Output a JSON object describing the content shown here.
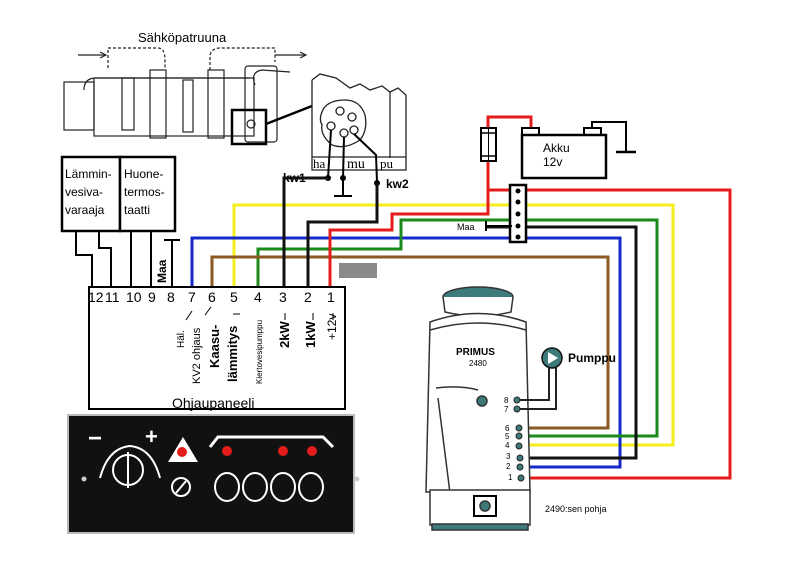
{
  "heater_cartridge": {
    "title": "Sähköpatruuna"
  },
  "connector": {
    "pins": [
      "ha",
      "mu",
      "pu"
    ],
    "labels": {
      "kw1": "kw1",
      "kw2": "kw2"
    }
  },
  "accessory_boxes": [
    {
      "lines": [
        "Lämmin-",
        "vesiva-",
        "varaaja"
      ]
    },
    {
      "lines": [
        "Huone-",
        "termos-",
        "taatti"
      ]
    }
  ],
  "ground_label": "Maa",
  "terminal_block": {
    "numbers": [
      "12",
      "11",
      "10",
      "9",
      "8",
      "7",
      "6",
      "5",
      "4",
      "3",
      "2",
      "1"
    ],
    "functions": [
      {
        "pin": "7",
        "text": "Häl."
      },
      {
        "pin": "6",
        "text": "KV2 ohjaus"
      },
      {
        "pin": "6b",
        "text": "Kaasu-"
      },
      {
        "pin": "5",
        "text": "lämmitys"
      },
      {
        "pin": "4",
        "text": "Kiertovesipumppu"
      },
      {
        "pin": "3",
        "text": "2kW"
      },
      {
        "pin": "2",
        "text": "1kW"
      },
      {
        "pin": "1",
        "text": "+12v"
      }
    ]
  },
  "control_panel": {
    "title": "Ohjaupaneeli",
    "minus": "−",
    "plus": "+"
  },
  "battery": {
    "name": "Akku",
    "voltage": "12v"
  },
  "junction": {
    "ground_label": "Maa"
  },
  "boiler": {
    "brand": "PRIMUS",
    "model": "2480",
    "pump_label": "Pumppu",
    "terminals": [
      "8",
      "7",
      "6",
      "5",
      "4",
      "3",
      "2",
      "1"
    ],
    "base_note": "2490:sen pohja"
  },
  "wire_colors": {
    "red": "#e41c1c",
    "yellow": "#f5ee1c",
    "green": "#1a8a1a",
    "black": "#111111",
    "blue": "#1628c8",
    "brown": "#8b5a22",
    "gray": "#8a8a8a",
    "teal": "#3d7b7b"
  }
}
